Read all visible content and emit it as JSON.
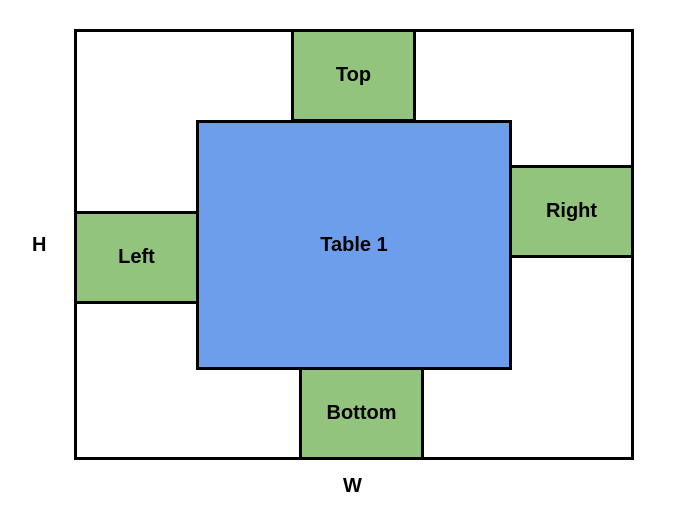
{
  "diagram": {
    "seats": {
      "top": "Top",
      "left": "Left",
      "right": "Right",
      "bottom": "Bottom"
    },
    "table": "Table 1",
    "dimensions": {
      "height": "H",
      "width": "W"
    },
    "colors": {
      "seat": "#93c47d",
      "table": "#6d9eeb",
      "outline": "#000000",
      "background": "#ffffff"
    }
  }
}
